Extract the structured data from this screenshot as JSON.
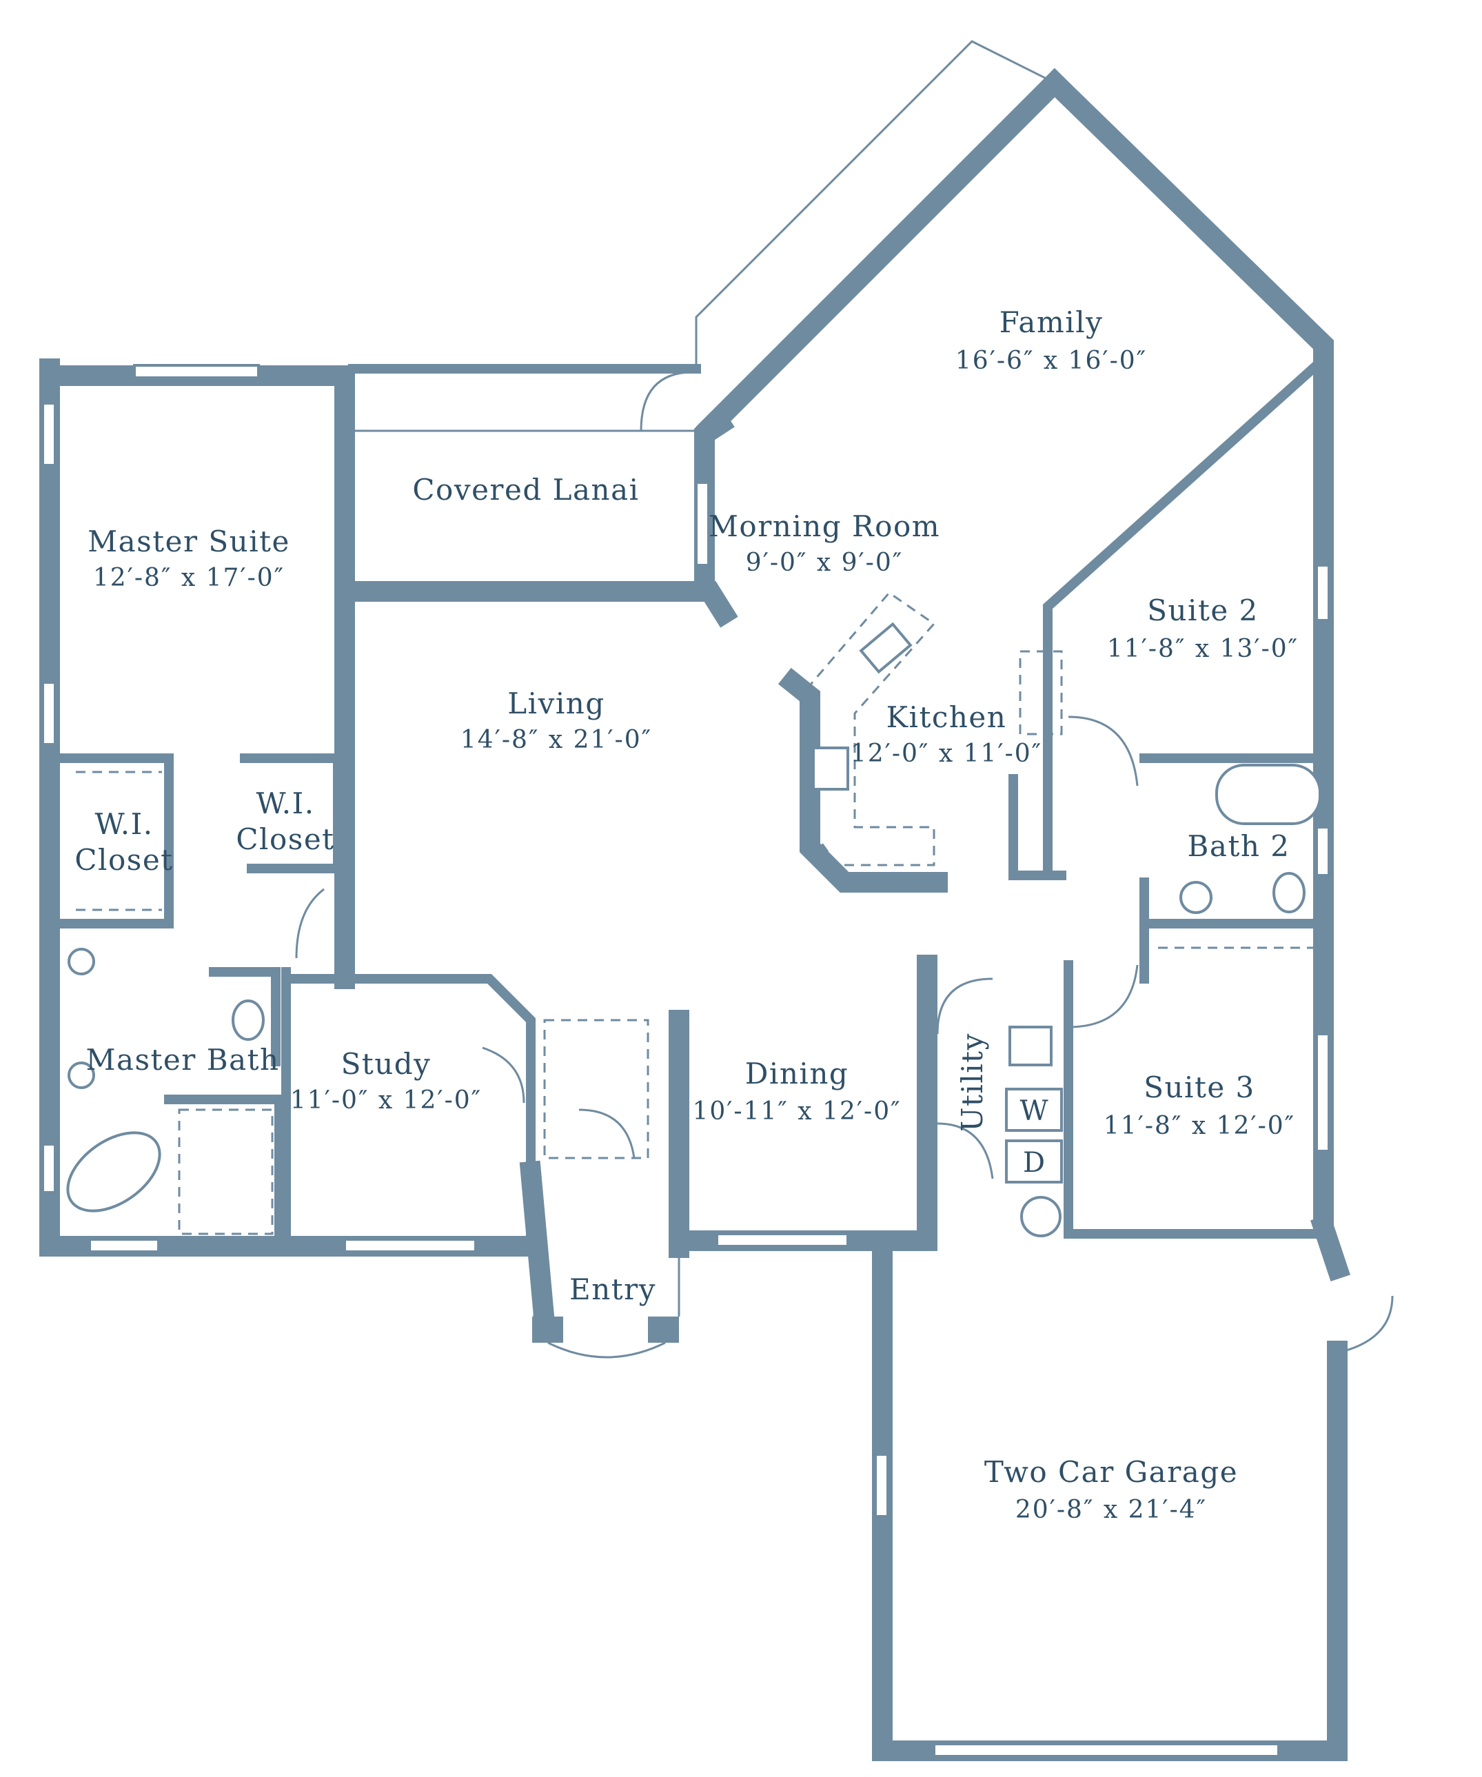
{
  "rooms": {
    "family": {
      "name": "Family",
      "size": "16′-6″ x 16′-0″"
    },
    "covered_lanai": {
      "name": "Covered Lanai"
    },
    "morning_room": {
      "name": "Morning Room",
      "size": "9′-0″ x 9′-0″"
    },
    "master_suite": {
      "name": "Master Suite",
      "size": "12′-8″ x 17′-0″"
    },
    "living": {
      "name": "Living",
      "size": "14′-8″ x 21′-0″"
    },
    "kitchen": {
      "name": "Kitchen",
      "size": "12′-0″ x 11′-0″"
    },
    "suite2": {
      "name": "Suite 2",
      "size": "11′-8″ x 13′-0″"
    },
    "bath2": {
      "name": "Bath 2"
    },
    "wi_closet_left": {
      "line1": "W.I.",
      "line2": "Closet"
    },
    "wi_closet_right": {
      "line1": "W.I.",
      "line2": "Closet"
    },
    "master_bath": {
      "name": "Master Bath"
    },
    "study": {
      "name": "Study",
      "size": "11′-0″ x 12′-0″"
    },
    "dining": {
      "name": "Dining",
      "size": "10′-11″ x 12′-0″"
    },
    "utility": {
      "name": "Utility",
      "washer": "W",
      "dryer": "D"
    },
    "suite3": {
      "name": "Suite 3",
      "size": "11′-8″ x 12′-0″"
    },
    "entry": {
      "name": "Entry"
    },
    "garage": {
      "name": "Two Car Garage",
      "size": "20′-8″ x 21′-4″"
    }
  },
  "colors": {
    "wall": "#6f8ba0",
    "text": "#2f4f66",
    "background": "#ffffff"
  }
}
